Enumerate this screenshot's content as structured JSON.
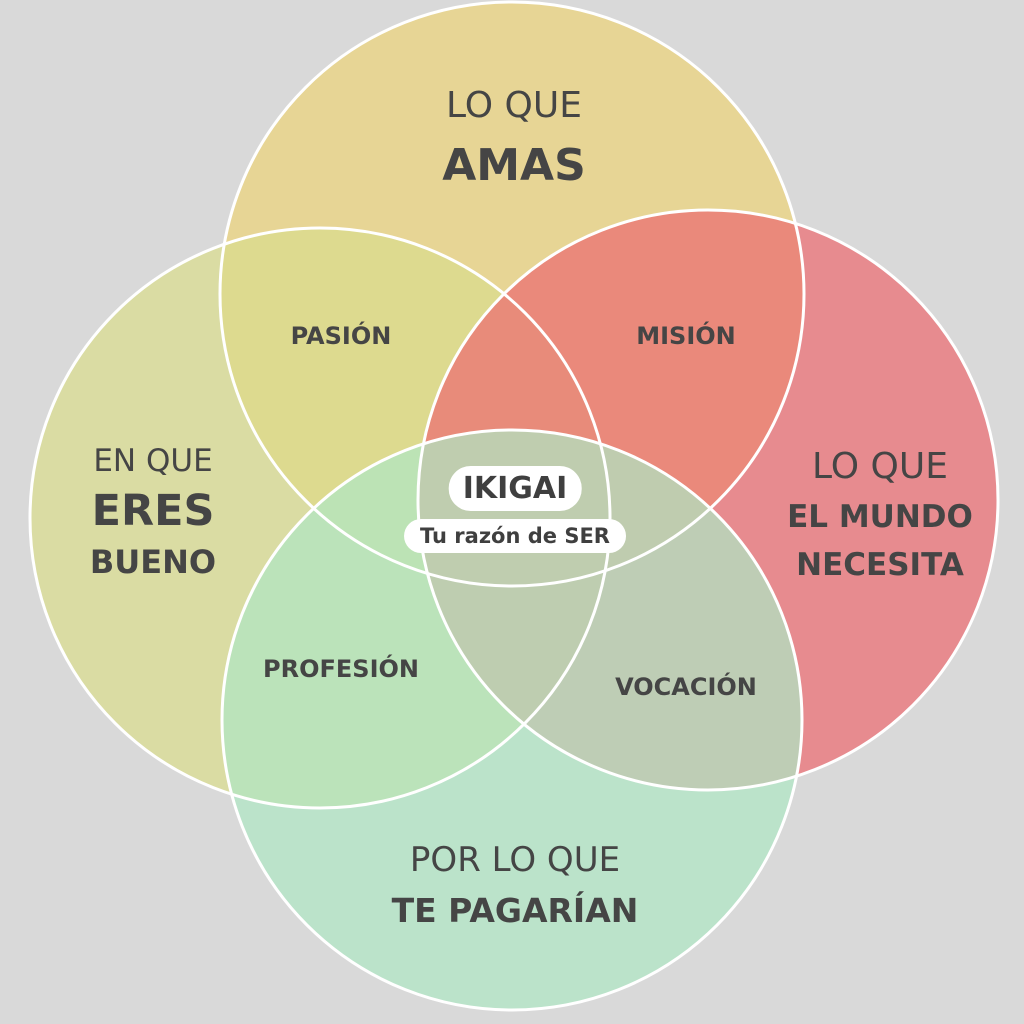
{
  "diagram": {
    "circles": {
      "love": {
        "line1": "LO QUE",
        "line2": "AMAS",
        "fill": "#ecd27a"
      },
      "good": {
        "line1": "EN QUE",
        "line2": "ERES",
        "line3": "BUENO",
        "fill": "#d9dc8e"
      },
      "world": {
        "line1": "LO QUE",
        "line2": "EL MUNDO",
        "line3": "NECESITA",
        "fill": "#ec6c72"
      },
      "paid": {
        "line1": "POR LO QUE",
        "line2": "TE PAGARÍAN",
        "fill": "#aee6c4"
      }
    },
    "intersections": {
      "passion": "PASIÓN",
      "mission": "MISIÓN",
      "profession": "PROFESIÓN",
      "vocation": "VOCACIÓN"
    },
    "center": {
      "title": "IKIGAI",
      "subtitle": "Tu razón de SER"
    },
    "colors": {
      "background": "#d9d9d9",
      "outline": "#ffffff",
      "text": "#454545"
    }
  }
}
